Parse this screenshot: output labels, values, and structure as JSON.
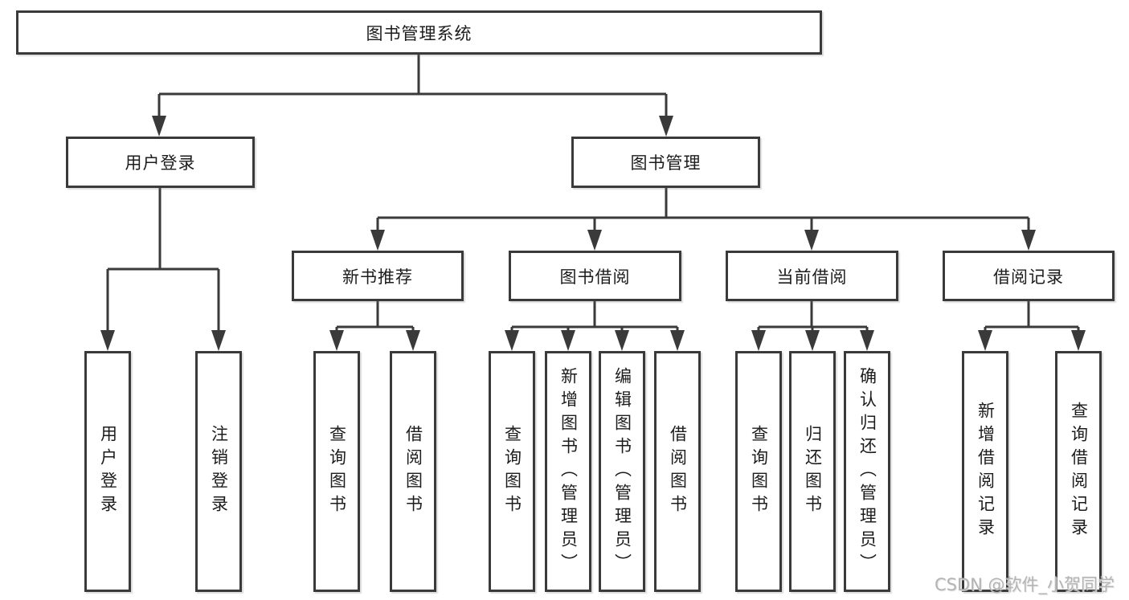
{
  "colors": {
    "line": "#3a3a3a",
    "text": "#1c1c1c",
    "box_background": "#ffffff",
    "page_background": "#ffffff",
    "watermark_text": "#b4b4b4"
  },
  "watermark": {
    "text": "CSDN @软件_小贺同学"
  },
  "diagram": {
    "root": {
      "label": "图书管理系统"
    },
    "branches": [
      {
        "label": "用户登录",
        "children": [
          {
            "label": "用户登录"
          },
          {
            "label": "注销登录"
          }
        ]
      },
      {
        "label": "图书管理",
        "children": [
          {
            "label": "新书推荐",
            "children": [
              {
                "label": "查询图书"
              },
              {
                "label": "借阅图书"
              }
            ]
          },
          {
            "label": "图书借阅",
            "children": [
              {
                "label": "查询图书"
              },
              {
                "label": "新增图书（管理员）"
              },
              {
                "label": "编辑图书（管理员）"
              },
              {
                "label": "借阅图书"
              }
            ]
          },
          {
            "label": "当前借阅",
            "children": [
              {
                "label": "查询图书"
              },
              {
                "label": "归还图书"
              },
              {
                "label": "确认归还（管理员）"
              }
            ]
          },
          {
            "label": "借阅记录",
            "children": [
              {
                "label": "新增借阅记录"
              },
              {
                "label": "查询借阅记录"
              }
            ]
          }
        ]
      }
    ]
  }
}
